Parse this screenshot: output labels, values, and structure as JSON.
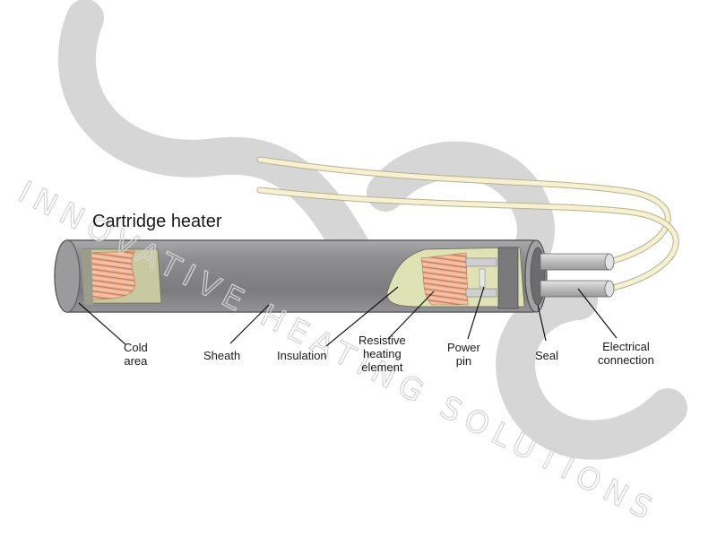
{
  "title": "Cartridge heater",
  "watermark": {
    "tagline": "INNOVATIVE HEATING SOLUTIONS",
    "color": "#d4d4d4"
  },
  "labels": {
    "cold_area": [
      "Cold",
      "area"
    ],
    "sheath": "Sheath",
    "insulation": "Insulation",
    "resistive_heating_element": [
      "Resistive",
      "heating",
      "element"
    ],
    "power_pin": [
      "Power",
      "pin"
    ],
    "seal": "Seal",
    "electrical_connection": [
      "Electrical",
      "connection"
    ]
  },
  "colors": {
    "sheath": "#8f8f91",
    "coil": "#e8a888",
    "insulation": "#dfe2b4",
    "leads": "#f0ecc8"
  }
}
